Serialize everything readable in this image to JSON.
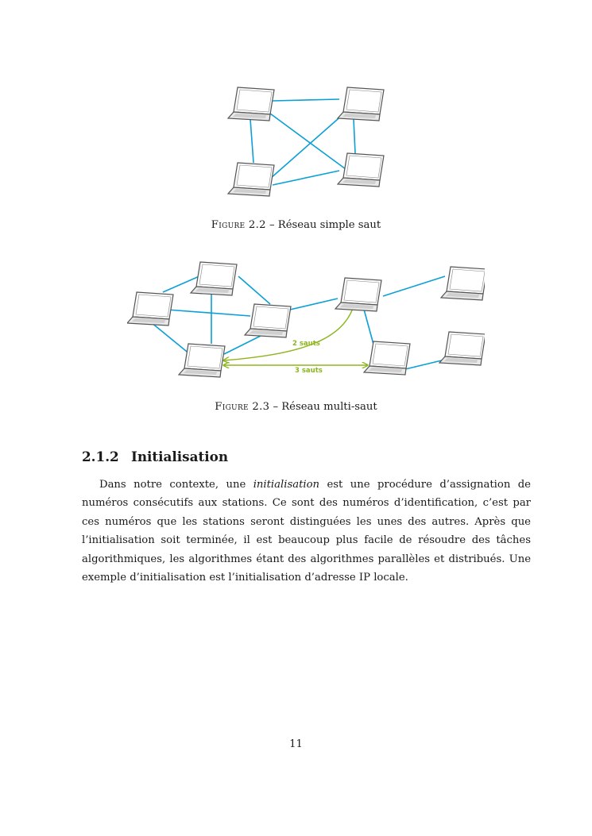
{
  "figure1": {
    "caption_prefix": "Figure 2.2",
    "caption_text": " – Réseau simple saut"
  },
  "figure2": {
    "caption_prefix": "Figure 2.3",
    "caption_text": " – Réseau multi-saut",
    "hop_labels": [
      "2 sauts",
      "3 sauts"
    ]
  },
  "section": {
    "number": "2.1.2",
    "title": "Initialisation"
  },
  "paragraph": {
    "before": "Dans notre contexte, une ",
    "emphasis": "initialisation",
    "after": " est une procédure d’assignation de numéros consécutifs aux stations. Ce sont des numéros d’identification, c’est par ces numéros que les stations seront distinguées les unes des autres. Après que l’initialisation soit terminée, il est beaucoup plus facile de résoudre des tâches algorithmiques, les algorithmes étant des algorithmes parallèles et distribués. Une exemple d’initialisation est l’initialisation d’adresse IP locale."
  },
  "page_number": "11",
  "colors": {
    "link": "#0aa0d6",
    "hop": "#8db51e"
  }
}
